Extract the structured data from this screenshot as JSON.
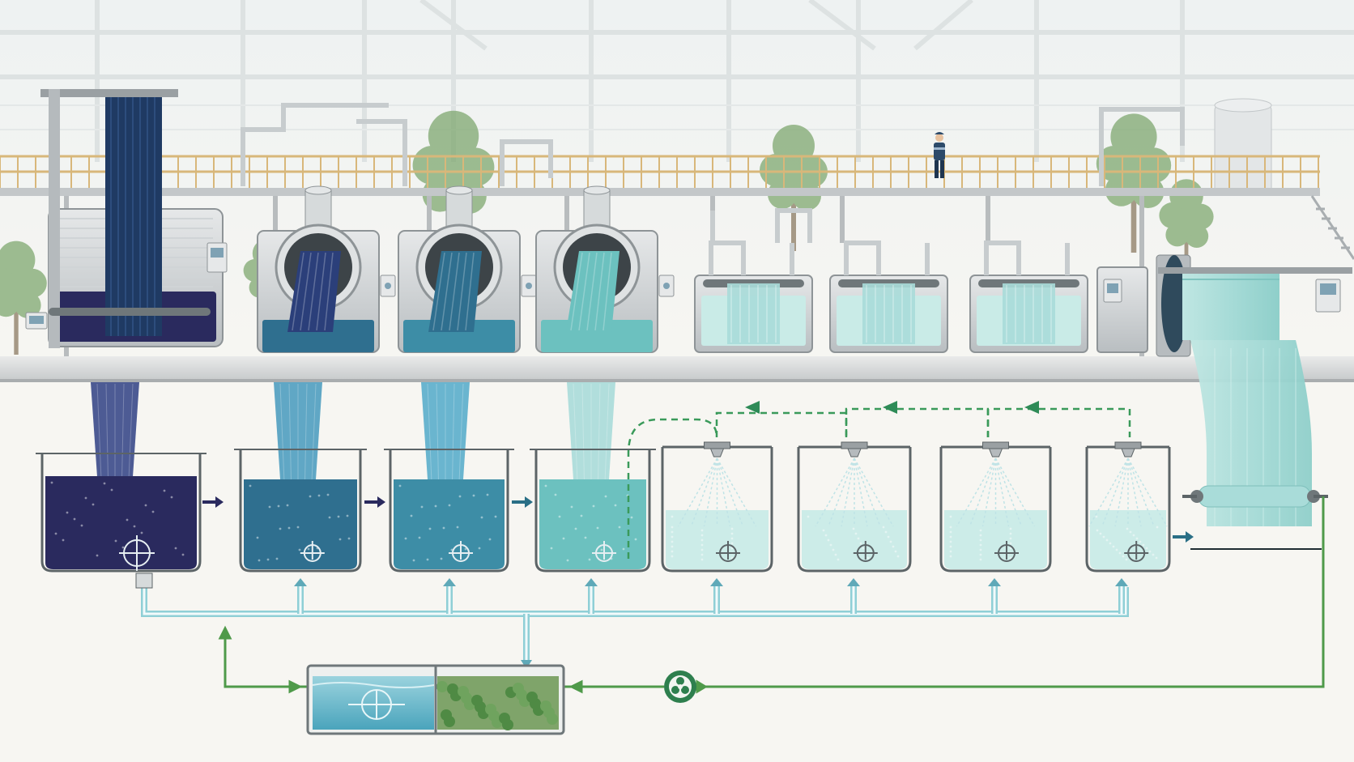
{
  "palette": {
    "background": "#f7f6f2",
    "steel": "#c9ccce",
    "steel_dark": "#8e9497",
    "railing": "#d8b77a",
    "fabric_dark": "#1f3a63",
    "fabric_light": "#a9dcd9",
    "dye_stage_1": "#2a2a5e",
    "dye_stage_2": "#2f6f8f",
    "dye_stage_3": "#3d8da6",
    "dye_stage_4": "#6cc1bf",
    "rinse_water": "#c9ebe7",
    "supply_pipe": "#8fcfd6",
    "recycle_line": "#4f9a4a",
    "recycle_arrow": "#2e8b57",
    "flow_arrow_dark": "#2a2a5e",
    "flow_arrow_teal": "#2a6f86",
    "treatment_water": "#5fb2c8",
    "treatment_plants": "#3f7a3a",
    "worker": "#2c4a6a"
  },
  "icons": [
    "operator-figure-icon",
    "tree-icon",
    "spray-nozzle-icon",
    "drain-valve-icon",
    "recycle-pump-icon",
    "flow-arrow-icon",
    "control-panel-icon"
  ],
  "stages": [
    {
      "id": "s1",
      "kind": "dye-bath",
      "color": "#2a2a5e"
    },
    {
      "id": "s2",
      "kind": "wash",
      "color": "#2f6f8f"
    },
    {
      "id": "s3",
      "kind": "wash",
      "color": "#3d8da6"
    },
    {
      "id": "s4",
      "kind": "wash",
      "color": "#6cc1bf"
    },
    {
      "id": "s5",
      "kind": "spray-rinse",
      "color": "#c9ebe7"
    },
    {
      "id": "s6",
      "kind": "spray-rinse",
      "color": "#c9ebe7"
    },
    {
      "id": "s7",
      "kind": "spray-rinse",
      "color": "#c9ebe7"
    },
    {
      "id": "s8",
      "kind": "spray-rinse",
      "color": "#c9ebe7"
    }
  ]
}
